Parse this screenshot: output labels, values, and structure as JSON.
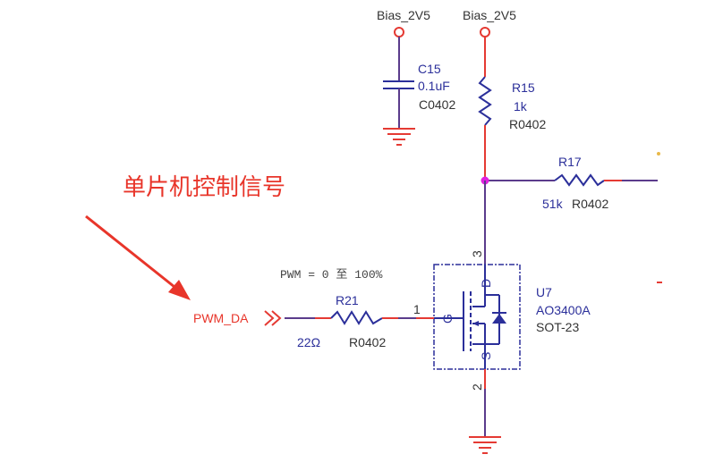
{
  "nets": {
    "power_left": "Bias_2V5",
    "power_right": "Bias_2V5",
    "input": "PWM_DA"
  },
  "components": {
    "c15": {
      "ref": "C15",
      "value": "0.1uF",
      "footprint": "C0402"
    },
    "r15": {
      "ref": "R15",
      "value": "1k",
      "footprint": "R0402"
    },
    "r17": {
      "ref": "R17",
      "value": "51k",
      "footprint": "R0402"
    },
    "r21": {
      "ref": "R21",
      "value": "22Ω",
      "footprint": "R0402"
    },
    "u7": {
      "ref": "U7",
      "part": "AO3400A",
      "package": "SOT-23",
      "pins": {
        "gate": "G",
        "drain": "D",
        "source": "S"
      },
      "pin_numbers": {
        "gate": "1",
        "drain": "3",
        "source": "2"
      }
    }
  },
  "annotations": {
    "pwm_note": "PWM = 0 至 100%",
    "mcu_signal": "单片机控制信号"
  },
  "colors": {
    "wire": "#e53a33",
    "component": "#2b2f9a",
    "junction": "#e020e0",
    "annotation": "#e8352a"
  }
}
